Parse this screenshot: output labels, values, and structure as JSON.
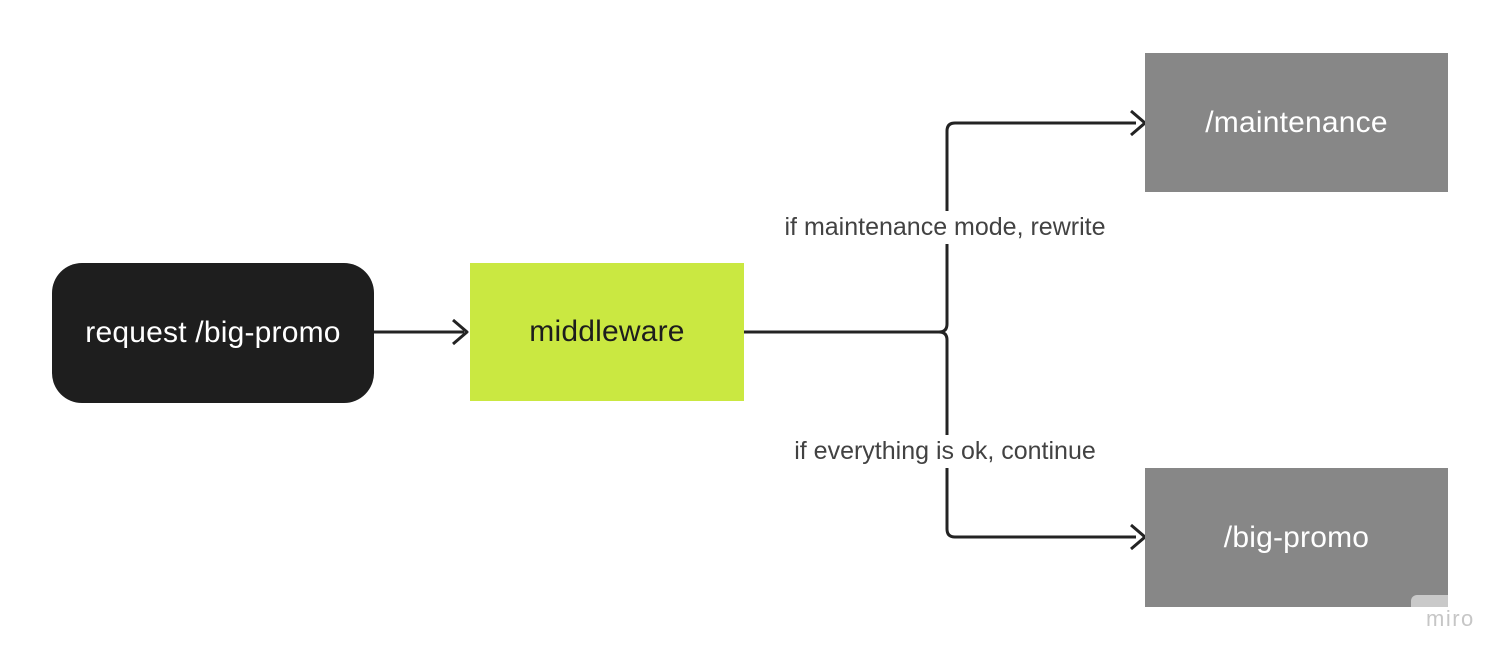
{
  "diagram": {
    "nodes": {
      "request": {
        "label": "request /big-promo",
        "fill": "#1e1e1e",
        "text_color": "#ffffff",
        "shape": "rounded-rectangle"
      },
      "middleware": {
        "label": "middleware",
        "fill": "#cae841",
        "text_color": "#1d1d1d",
        "shape": "rectangle"
      },
      "maintenance": {
        "label": "/maintenance",
        "fill": "#878787",
        "text_color": "#ffffff",
        "shape": "rectangle"
      },
      "big_promo": {
        "label": "/big-promo",
        "fill": "#878787",
        "text_color": "#ffffff",
        "shape": "rectangle"
      }
    },
    "edges": {
      "middleware_to_maintenance": {
        "label": "if maintenance mode, rewrite"
      },
      "middleware_to_big_promo": {
        "label": "if everything is ok, continue"
      }
    },
    "connector_color": "#232323",
    "edge_label_color": "#424242",
    "background_color": "#ffffff"
  },
  "watermark": {
    "label": "miro",
    "color": "#c6c6c6"
  }
}
